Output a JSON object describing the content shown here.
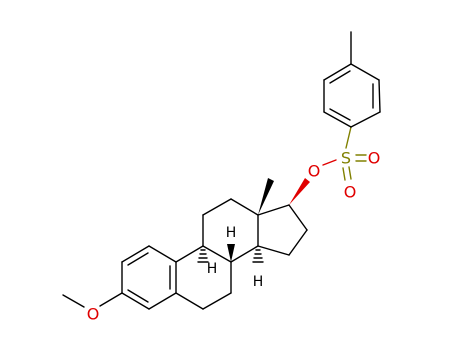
{
  "molecule": {
    "atoms": {
      "o_ester": "O",
      "s_sulfonyl": "S",
      "o_sulfonyl_1": "O",
      "o_sulfonyl_2": "O",
      "o_methoxy": "O",
      "h_c9": "H",
      "h_c8": "H",
      "h_c14": "H"
    },
    "colors": {
      "carbon": "#000000",
      "oxygen": "#e00000",
      "sulfur": "#808000"
    }
  }
}
